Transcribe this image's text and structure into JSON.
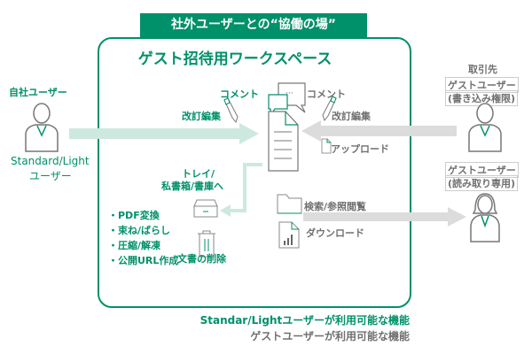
{
  "banner": "社外ユーザーとの“協働の場”",
  "workspace_title": "ゲスト招待用ワークスペース",
  "left_user": {
    "title": "自社ユーザー",
    "type_line1": "Standard/Light",
    "type_line2": "ユーザー"
  },
  "right_users": {
    "company": "取引先",
    "writer_line1": "ゲストユーザー",
    "writer_line2": "(書き込み権限)",
    "reader_line1": "ゲストユーザー",
    "reader_line2": "(読み取り専用)"
  },
  "actions": {
    "comment_internal": "コメント",
    "comment_guest": "コメント",
    "edit_internal": "改訂編集",
    "edit_guest": "改訂編集",
    "upload": "アップロード",
    "tray": "トレイ/",
    "tray2": "私書箱/書庫へ",
    "delete": "文書の削除",
    "search": "検索/参照閲覧",
    "download": "ダウンロード"
  },
  "features": [
    "・PDF変換",
    "・束ね/ばらし",
    "・圧縮/解凍",
    "・公開URL作成"
  ],
  "legend": {
    "standard": "Standar/Lightユーザーが利用可能な機能",
    "guest": "ゲストユーザーが利用可能な機能"
  },
  "colors": {
    "green": "#00906a",
    "light_green": "#cde9df",
    "gray": "#707070",
    "light_gray": "#dcdcdc"
  }
}
